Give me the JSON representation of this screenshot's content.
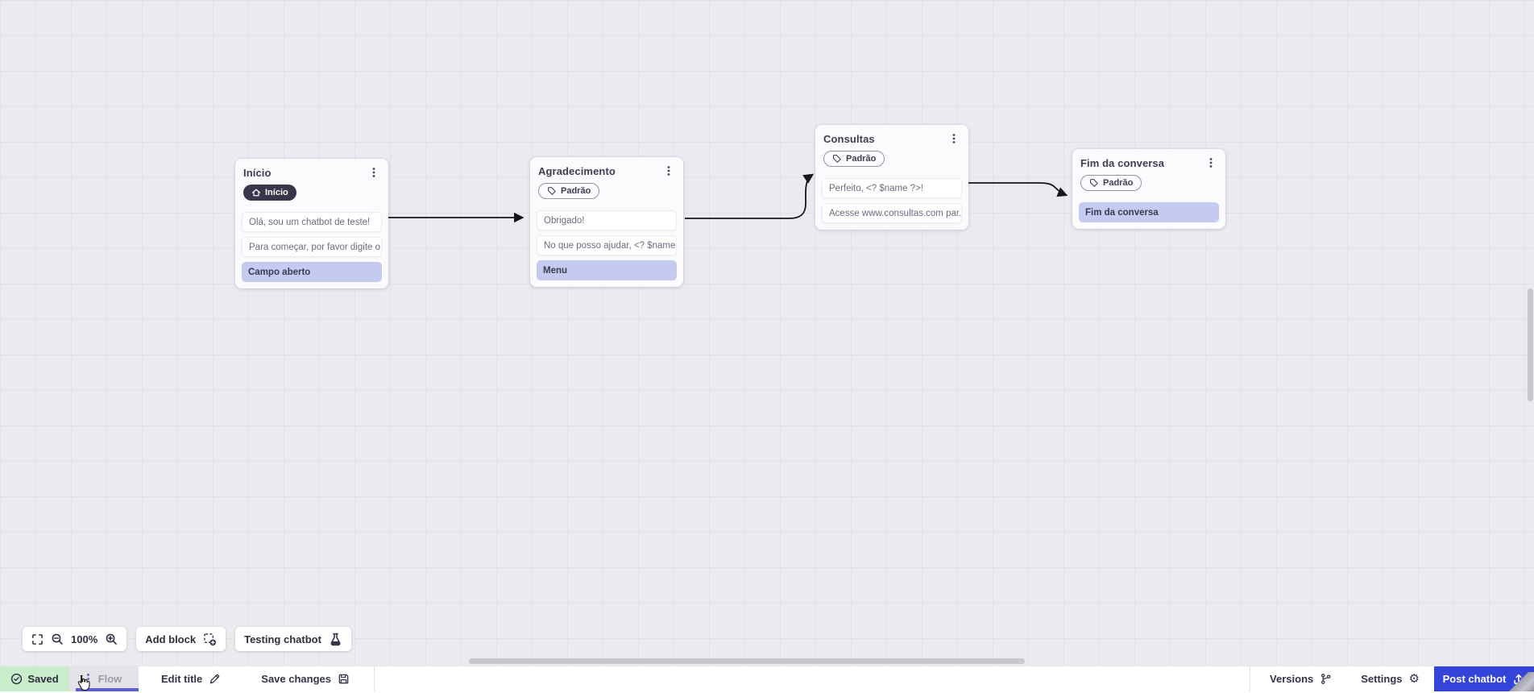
{
  "canvas": {
    "nodes": [
      {
        "title": "Início",
        "badge": {
          "icon": "home-icon",
          "label": "Início",
          "style": "dark"
        },
        "items": [
          {
            "type": "message",
            "text": "Olá, sou um chatbot de teste!"
          },
          {
            "type": "message",
            "text": "Para começar, por favor digite o ..."
          },
          {
            "type": "action",
            "text": "Campo aberto"
          }
        ]
      },
      {
        "title": "Agradecimento",
        "badge": {
          "icon": "tag-icon",
          "label": "Padrão",
          "style": "outline"
        },
        "items": [
          {
            "type": "message",
            "text": "Obrigado!"
          },
          {
            "type": "message",
            "text": "No que posso ajudar, <? $name ..."
          },
          {
            "type": "action",
            "text": "Menu"
          }
        ]
      },
      {
        "title": "Consultas",
        "badge": {
          "icon": "tag-icon",
          "label": "Padrão",
          "style": "outline"
        },
        "items": [
          {
            "type": "message",
            "text": "Perfeito, <? $name ?>!"
          },
          {
            "type": "message",
            "text": "Acesse www.consultas.com par..."
          }
        ]
      },
      {
        "title": "Fim da conversa",
        "badge": {
          "icon": "tag-icon",
          "label": "Padrão",
          "style": "outline"
        },
        "items": [
          {
            "type": "action",
            "text": "Fim da conversa"
          }
        ]
      }
    ]
  },
  "toolbar": {
    "zoom_level": "100%",
    "add_block_label": "Add block",
    "testing_label": "Testing chatbot"
  },
  "bottom_bar": {
    "saved_label": "Saved",
    "flow_tab_label": "Flow",
    "edit_title_label": "Edit title",
    "save_changes_label": "Save changes",
    "versions_label": "Versions",
    "settings_label": "Settings",
    "post_button_label": "Post chatbot",
    "settings_gear_glyph": "⚙"
  },
  "icons": {
    "fullscreen": "corner-brackets",
    "zoom_out": "magnifier-minus",
    "zoom_in": "magnifier-plus",
    "add_block": "dashed-square-plus",
    "testing": "flask",
    "saved": "check-circle",
    "flow_handle": "grip-dots",
    "edit_title": "pencil",
    "save_changes": "floppy-disk",
    "versions": "git-branch",
    "settings": "gear",
    "post": "upload-tray",
    "node_menu": "kebab-dots",
    "inicio_badge": "home",
    "padrao_badge": "tag"
  },
  "colors": {
    "accent_blue": "#3544d8",
    "tab_underline": "#5a5ecf",
    "saved_green": "#c9ecca",
    "dark_badge": "#38364a",
    "action_card": "#c5caf1",
    "canvas_bg": "#ebeaee",
    "wire": "#15151c"
  }
}
